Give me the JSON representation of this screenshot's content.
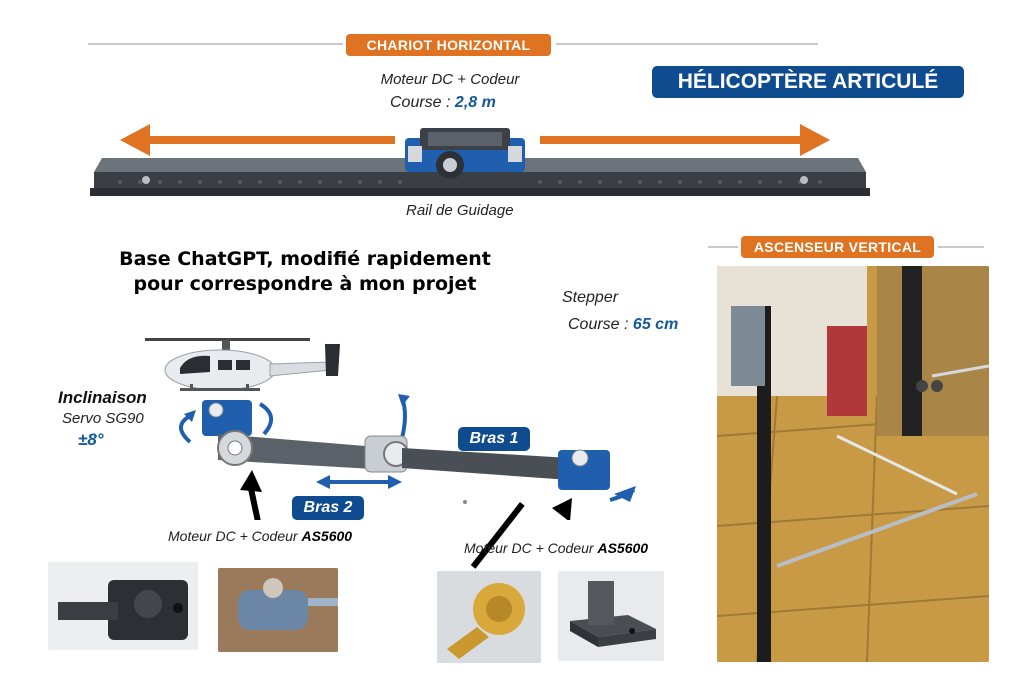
{
  "colors": {
    "orange": "#e07322",
    "blue": "#0f4b8f",
    "accent_blue": "#125a9c",
    "rail": "#3a3f45"
  },
  "header": {
    "section_label": "CHARIOT HORIZONTAL",
    "title_badge": "HÉLICOPTÈRE ARTICULÉ"
  },
  "chariot": {
    "motor": "Moteur DC + Codeur",
    "course_label": "Course :",
    "course_value": "2,8 m",
    "rail_label": "Rail de Guidage"
  },
  "note": {
    "line1": "Base ChatGPT, modifié rapidement",
    "line2": "pour correspondre à mon projet"
  },
  "stepper": {
    "label": "Stepper",
    "course_label": "Course :",
    "course_value": "65 cm"
  },
  "inclinaison": {
    "title": "Inclinaison",
    "servo": "Servo SG90",
    "angle": "±8°"
  },
  "arms": {
    "bras1": "Bras 1",
    "bras2": "Bras 2"
  },
  "motor_left": {
    "text": "Moteur DC + Codeur",
    "sensor": "AS5600"
  },
  "motor_right": {
    "text": "Moteur DC + Codeur",
    "sensor": "AS5600"
  },
  "ascenseur": {
    "label": "ASCENSEUR VERTICAL"
  }
}
